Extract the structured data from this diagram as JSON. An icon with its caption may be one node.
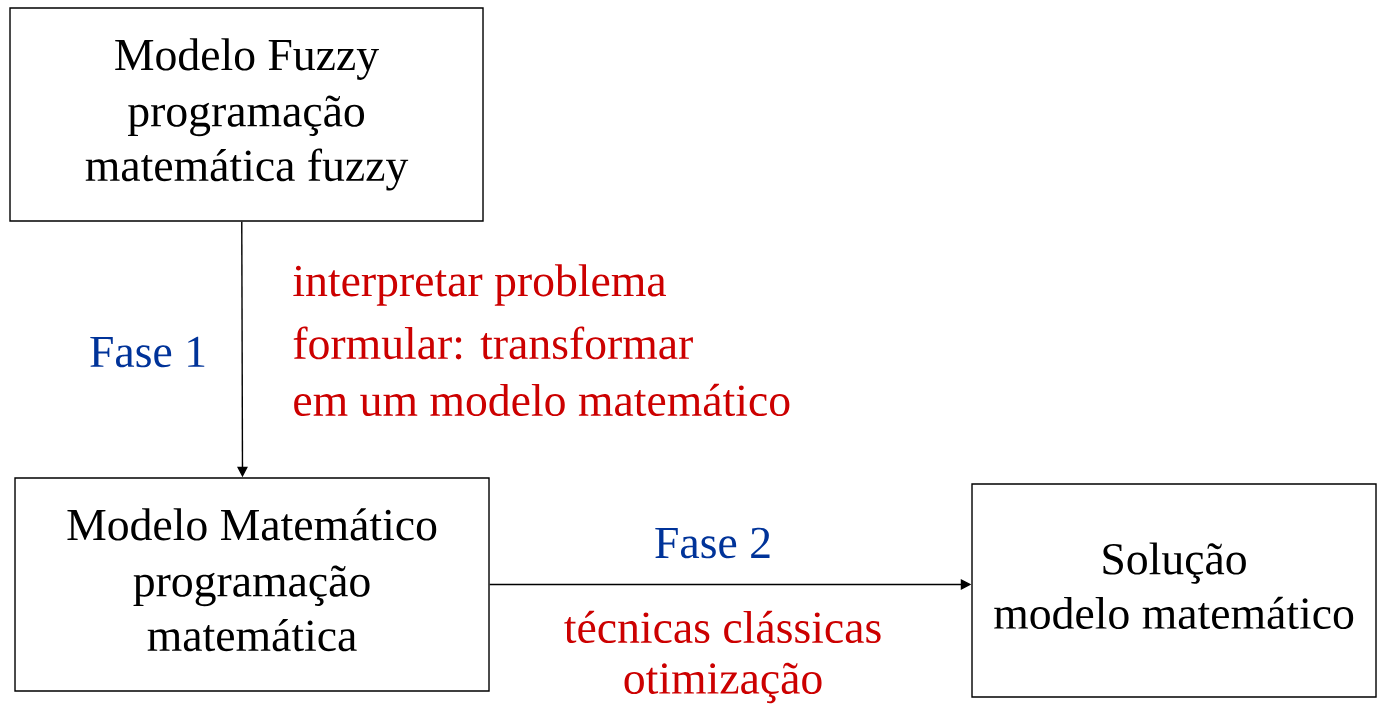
{
  "diagram": {
    "nodes": [
      {
        "text": [
          "Modelo Fuzzy",
          "programação matemática fuzzy"
        ]
      },
      {
        "text": [
          "Modelo Matemático",
          "programação matemática"
        ]
      },
      {
        "text": [
          "Solução",
          "modelo matemático"
        ]
      }
    ],
    "edges": [
      {
        "from": 0,
        "to": 1,
        "arrow": "to",
        "label": "Fase 1"
      },
      {
        "from": 1,
        "to": 2,
        "arrow": "to",
        "label": "Fase 2"
      }
    ],
    "labels": [
      "interpretar problema",
      "formular: transformar",
      "em um modelo matemático",
      "técnicas clássicas",
      "otimização"
    ]
  }
}
